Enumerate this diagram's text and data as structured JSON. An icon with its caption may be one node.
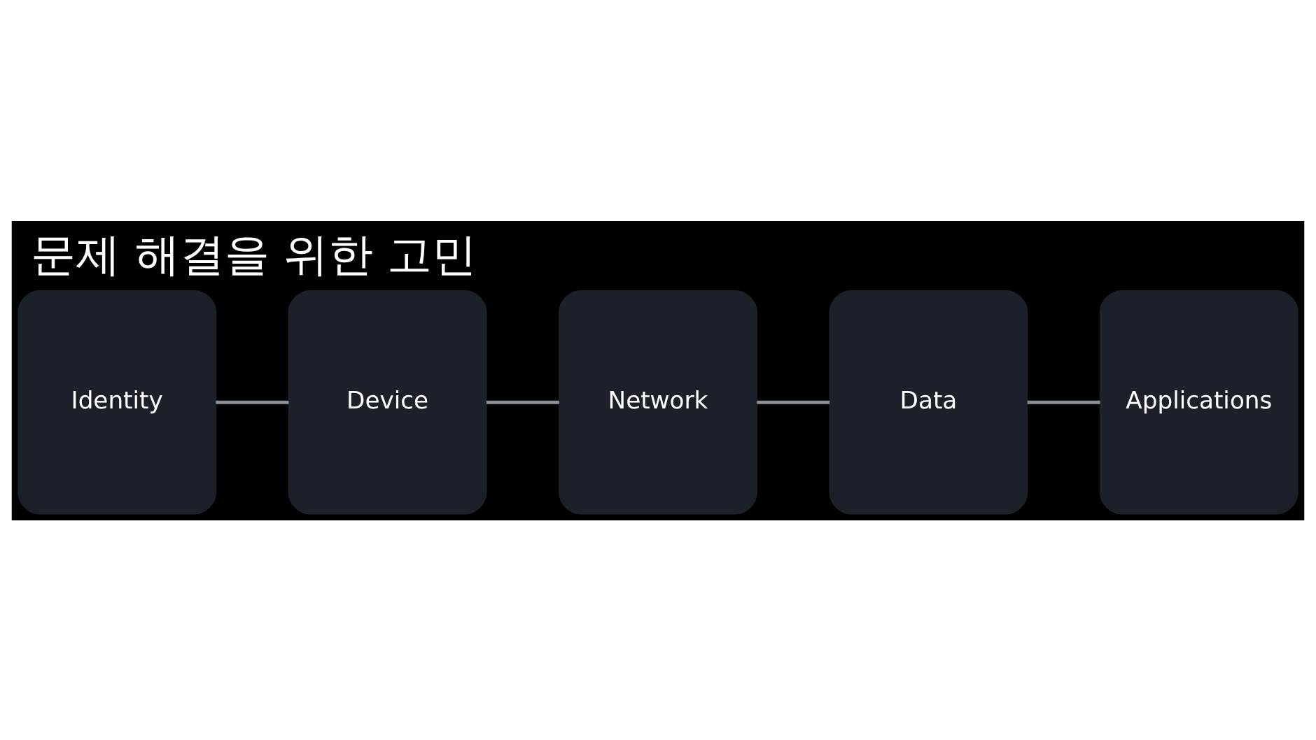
{
  "diagram": {
    "title": "문제 해결을 위한 고민",
    "nodes": [
      {
        "text": [
          "Identity"
        ]
      },
      {
        "text": [
          "Device"
        ]
      },
      {
        "text": [
          "Network"
        ]
      },
      {
        "text": [
          "Data"
        ]
      },
      {
        "text": [
          "Applications"
        ]
      }
    ],
    "edges": [
      {
        "from": 0,
        "to": 1,
        "arrow": "none"
      },
      {
        "from": 1,
        "to": 2,
        "arrow": "none"
      },
      {
        "from": 2,
        "to": 3,
        "arrow": "none"
      },
      {
        "from": 3,
        "to": 4,
        "arrow": "none"
      }
    ]
  }
}
